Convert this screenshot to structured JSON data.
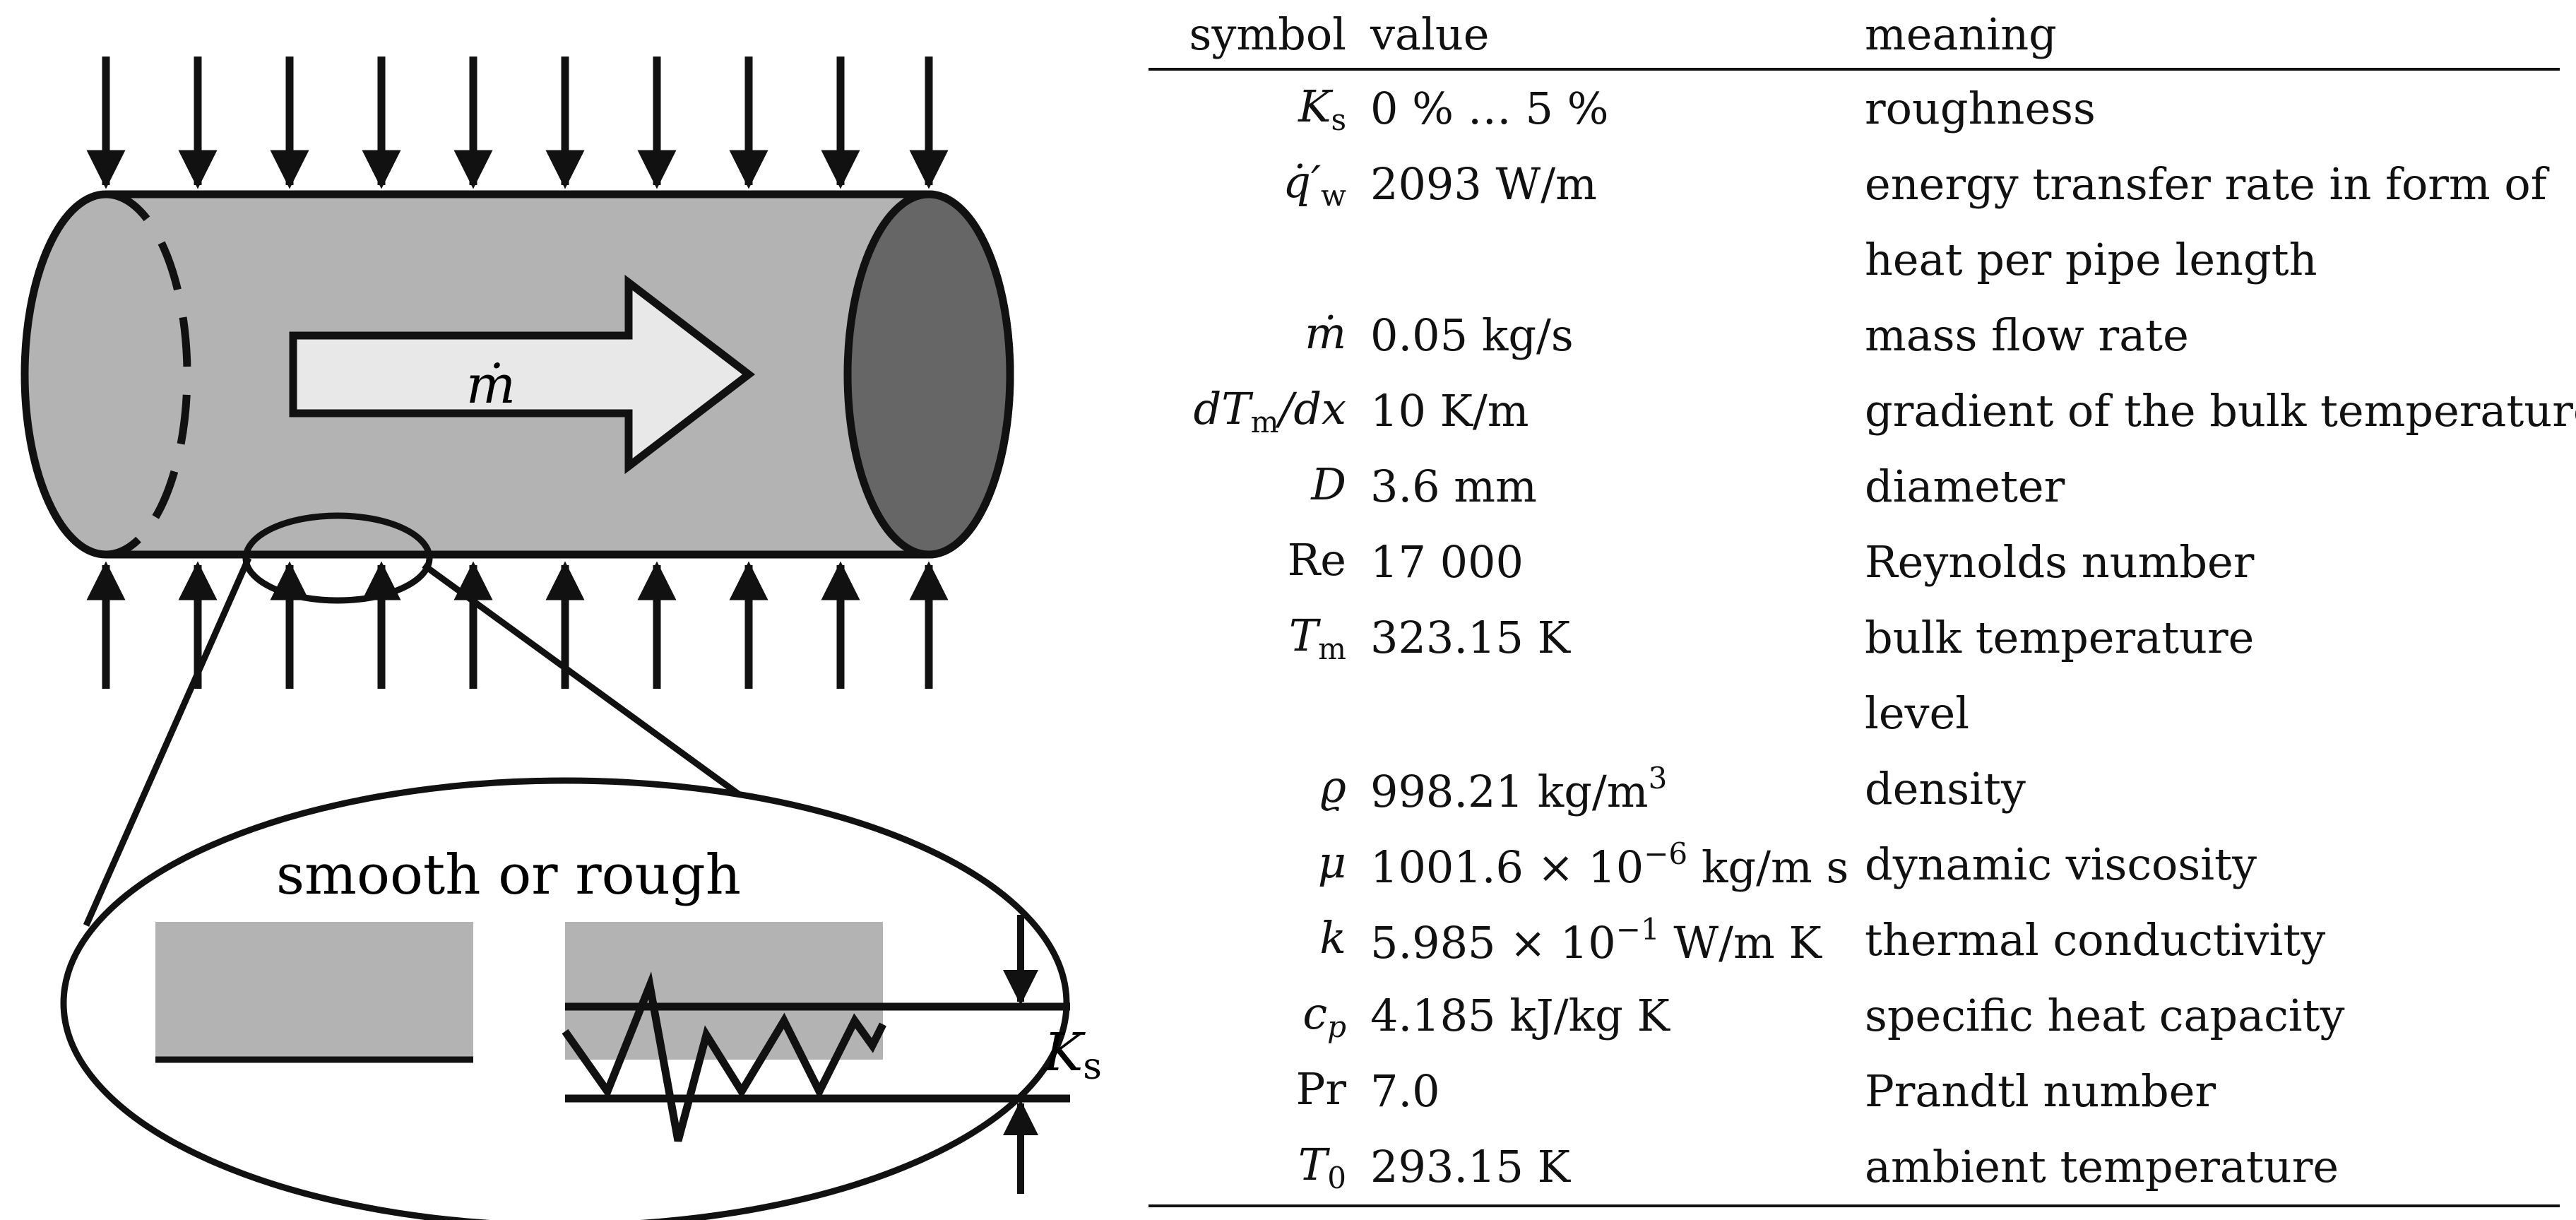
{
  "figure": {
    "flow_label": "ṁ",
    "surface_label": "smooth or rough",
    "roughness_label": "K",
    "roughness_sub": "s",
    "colors": {
      "pipe_body": "#b3b3b3",
      "pipe_end": "#666666",
      "arrow_fill": "#e8e8e8",
      "outline": "#111111"
    }
  },
  "table": {
    "headers": {
      "symbol": "symbol",
      "value": "value",
      "meaning": "meaning"
    },
    "rows": [
      {
        "sym": "K",
        "sub": "s",
        "value": "0 % … 5 %",
        "meaning": "roughness"
      },
      {
        "sym": "q̇′",
        "sub": "w",
        "value": "2093 W/m",
        "meaning": "energy transfer rate in form of"
      },
      {
        "sym": "",
        "sub": "",
        "value": "",
        "meaning": "heat per pipe length"
      },
      {
        "sym": "ṁ",
        "sub": "",
        "value": "0.05 kg/s",
        "meaning": "mass flow rate"
      },
      {
        "sym": "dT",
        "sub": "m",
        "sym_tail": "/dx",
        "value": "10 K/m",
        "meaning": "gradient of the bulk temperature"
      },
      {
        "sym": "D",
        "sub": "",
        "value": "3.6 mm",
        "meaning": "diameter"
      },
      {
        "sym": "Re",
        "sub": "",
        "value": "17 000",
        "meaning": "Reynolds number"
      },
      {
        "sym": "T",
        "sub": "m",
        "value": "323.15 K",
        "meaning": "bulk temperature"
      },
      {
        "sym": "",
        "sub": "",
        "value": "",
        "meaning": "level"
      },
      {
        "sym": "ϱ",
        "sub": "",
        "value": "998.21 kg/m",
        "sup": "3",
        "meaning": "density"
      },
      {
        "sym": "μ",
        "sub": "",
        "value": "1001.6 × 10",
        "sup": "−6",
        "value_tail": " kg/m s",
        "meaning": "dynamic viscosity"
      },
      {
        "sym": "k",
        "sub": "",
        "value": "5.985 × 10",
        "sup": "−1",
        "value_tail": " W/m K",
        "meaning": "thermal conductivity"
      },
      {
        "sym": "c",
        "sub": "p",
        "value": "4.185 kJ/kg K",
        "meaning": "specific heat capacity"
      },
      {
        "sym": "Pr",
        "sub": "",
        "value": "7.0",
        "meaning": "Prandtl number"
      },
      {
        "sym": "T",
        "sub": "0",
        "value": "293.15 K",
        "meaning": "ambient temperature"
      }
    ]
  }
}
